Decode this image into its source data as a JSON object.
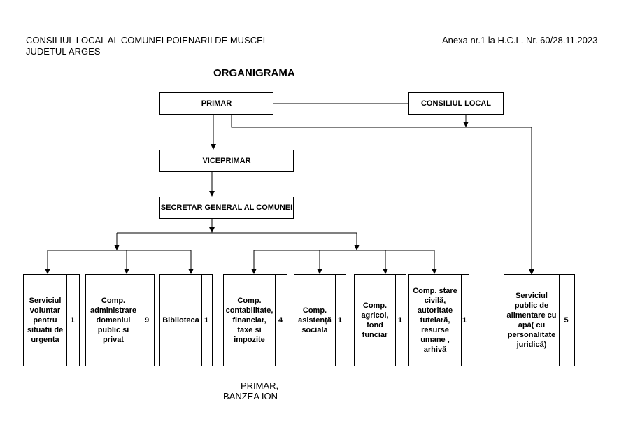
{
  "header": {
    "council": "CONSILIUL LOCAL AL COMUNEI POIENARII DE MUSCEL",
    "county": "JUDETUL ARGES",
    "annex": "Anexa nr.1  la H.C.L. Nr. 60/28.11.2023"
  },
  "title": "ORGANIGRAMA",
  "nodes": {
    "primar": "PRIMAR",
    "consiliul_local": "CONSILIUL LOCAL",
    "viceprimar": "VICEPRIMAR",
    "secretar": "SECRETAR GENERAL AL COMUNEI"
  },
  "units": [
    {
      "label": "Serviciul voluntar pentru situatii de urgenta",
      "count": "1"
    },
    {
      "label": "Comp. administrare domeniul public si privat",
      "count": "9"
    },
    {
      "label": "Biblioteca",
      "count": "1"
    },
    {
      "label": "Comp. contabilitate, financiar, taxe si impozite",
      "count": "4"
    },
    {
      "label": "Comp. asistență sociala",
      "count": "1"
    },
    {
      "label": "Comp. agricol, fond funciar",
      "count": "1"
    },
    {
      "label": "Comp. stare civilă, autoritate tutelară, resurse umane , arhivă",
      "count": "1"
    },
    {
      "label": "Serviciul public de alimentare cu apă( cu personalitate juridică)",
      "count": "5"
    }
  ],
  "signature": {
    "role": "PRIMAR,",
    "name": "BANZEA ION"
  }
}
